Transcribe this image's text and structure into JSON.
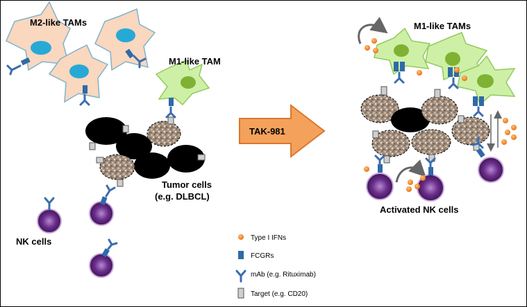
{
  "labels": {
    "m2_tams": "M2-like TAMs",
    "m1_tam": "M1-like TAM",
    "tumor_cells_line1": "Tumor cells",
    "tumor_cells_line2": "(e.g. DLBCL)",
    "nk_cells": "NK cells",
    "drug": "TAK-981",
    "m1_tams": "M1-like TAMs",
    "activated_nk": "Activated NK cells"
  },
  "legend": [
    {
      "symbol": "ifn-dot-icon",
      "label": "Type I IFNs"
    },
    {
      "symbol": "fcgr-icon",
      "label": "FCGRs"
    },
    {
      "symbol": "antibody-icon",
      "label": "mAb (e.g. Rituximab)"
    },
    {
      "symbol": "target-icon",
      "label": "Target (e.g. CD20)"
    }
  ],
  "colors": {
    "m2_cell": "#fad7bf",
    "m2_border": "#7fb3c9",
    "m2_nucleus": "#27a9d6",
    "m1_cell": "#cdf0a6",
    "m1_border": "#93c95f",
    "m1_nucleus": "#7fb232",
    "nk_cell": "#6b2e8c",
    "antibody": "#3a6db0",
    "fcgr": "#2f6aa8",
    "target": "#cfcfcf",
    "ifn": "#ef8a2b",
    "arrow_fill": "#f4a15b",
    "arrow_stroke": "#d9772e",
    "tumor_black": "#000000",
    "tumor_speckled": "#a38f7e"
  }
}
